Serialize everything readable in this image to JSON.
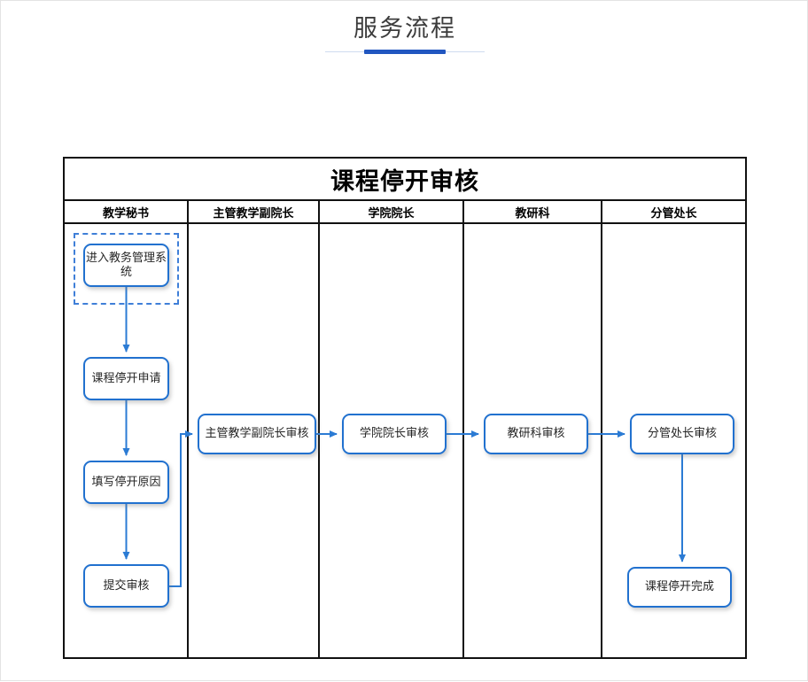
{
  "page": {
    "title": "服务流程",
    "background": "#ffffff",
    "accent_color": "#2156c0"
  },
  "flow_table": {
    "title": "课程停开审核",
    "border_color": "#111111",
    "node_border_color": "#2171cf",
    "connector_color": "#2b7bd4",
    "selection_color": "#3f7fd8",
    "lanes": [
      {
        "header": "教学秘书"
      },
      {
        "header": "主管教学副院长"
      },
      {
        "header": "学院院长"
      },
      {
        "header": "教研科"
      },
      {
        "header": "分管处长"
      }
    ],
    "nodes": [
      {
        "id": "enter-system",
        "label": "进入教务管理系统",
        "lane": "教学秘书",
        "selected": true
      },
      {
        "id": "apply",
        "label": "课程停开申请",
        "lane": "教学秘书",
        "selected": false
      },
      {
        "id": "reason",
        "label": "填写停开原因",
        "lane": "教学秘书",
        "selected": false
      },
      {
        "id": "submit",
        "label": "提交审核",
        "lane": "教学秘书",
        "selected": false
      },
      {
        "id": "vice-dean",
        "label": "主管教学副院长审核",
        "lane": "主管教学副院长",
        "selected": false
      },
      {
        "id": "dean",
        "label": "学院院长审核",
        "lane": "学院院长",
        "selected": false
      },
      {
        "id": "research",
        "label": "教研科审核",
        "lane": "教研科",
        "selected": false
      },
      {
        "id": "director",
        "label": "分管处长审核",
        "lane": "分管处长",
        "selected": false
      },
      {
        "id": "complete",
        "label": "课程停开完成",
        "lane": "分管处长",
        "selected": false
      }
    ],
    "edges": [
      {
        "from": "enter-system",
        "to": "apply",
        "style": "vertical-arrow"
      },
      {
        "from": "apply",
        "to": "reason",
        "style": "vertical-arrow"
      },
      {
        "from": "reason",
        "to": "submit",
        "style": "vertical-arrow"
      },
      {
        "from": "submit",
        "to": "vice-dean",
        "style": "elbow-right-up-arrow"
      },
      {
        "from": "vice-dean",
        "to": "dean",
        "style": "horizontal-arrow"
      },
      {
        "from": "dean",
        "to": "research",
        "style": "horizontal-arrow"
      },
      {
        "from": "research",
        "to": "director",
        "style": "horizontal-arrow"
      },
      {
        "from": "director",
        "to": "complete",
        "style": "vertical-arrow"
      }
    ]
  }
}
